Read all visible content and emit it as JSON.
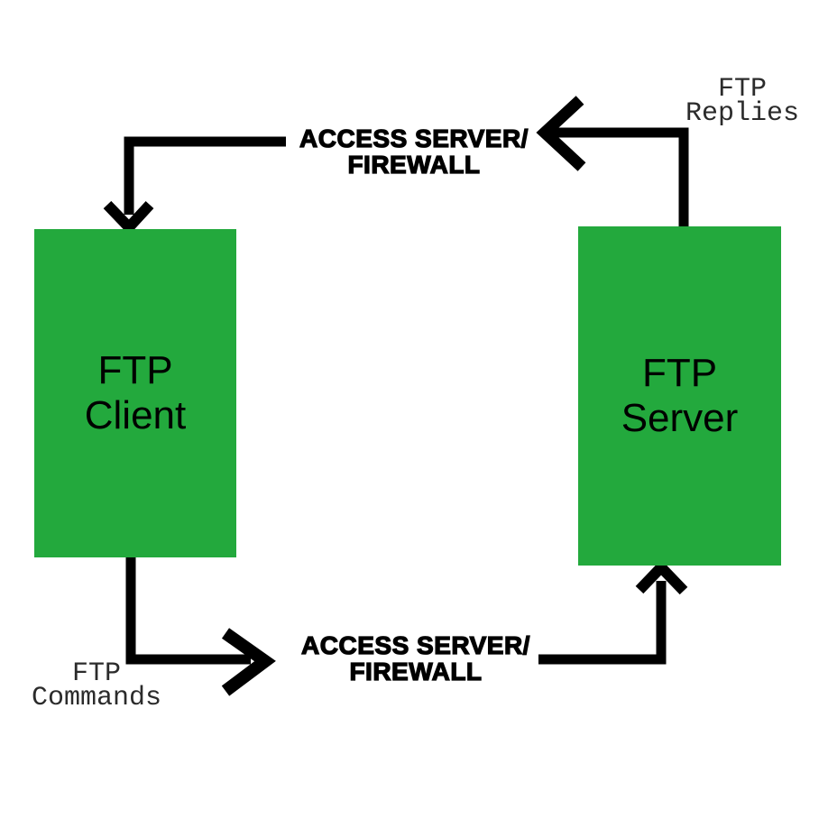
{
  "background": "#ffffff",
  "colors": {
    "node_fill": "#23a93d",
    "arrow": "#000000",
    "firewall_label_text": "#000000",
    "annotation_text": "#2b2b2b"
  },
  "nodes": {
    "client": {
      "line1": "FTP",
      "line2": "Client"
    },
    "server": {
      "line1": "FTP",
      "line2": "Server"
    }
  },
  "labels": {
    "top_firewall": {
      "line1": "ACCESS SERVER/",
      "line2": "FIREWALL"
    },
    "bottom_firewall": {
      "line1": "ACCESS SERVER/",
      "line2": "FIREWALL"
    },
    "ftp_replies": {
      "line1": "FTP",
      "line2": "Replies"
    },
    "ftp_commands": {
      "line1": "FTP",
      "line2": "Commands"
    }
  }
}
